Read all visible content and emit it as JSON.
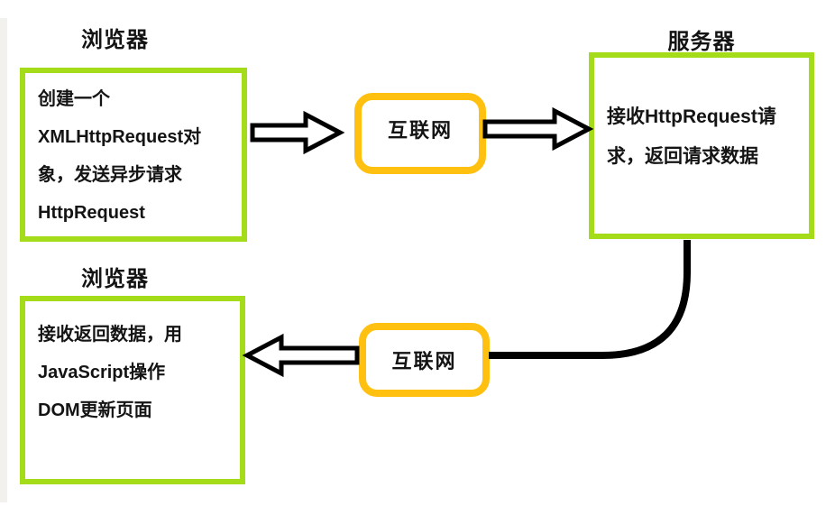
{
  "diagram": {
    "nodes": {
      "browser_top": {
        "title": "浏览器",
        "lines": [
          "创建一个",
          "XMLHttpRequest对",
          "象，发送异步请求",
          "HttpRequest"
        ]
      },
      "internet_top": {
        "label": "互联网"
      },
      "server": {
        "title": "服务器",
        "lines": [
          "接收HttpRequest请",
          "求，返回请求数据"
        ]
      },
      "internet_bottom": {
        "label": "互联网"
      },
      "browser_bottom": {
        "title": "浏览器",
        "lines": [
          "接收返回数据，用",
          "JavaScript操作",
          "DOM更新页面"
        ]
      }
    },
    "edges": [
      {
        "from": "browser_top",
        "to": "internet_top",
        "type": "block-arrow-right"
      },
      {
        "from": "internet_top",
        "to": "server",
        "type": "block-arrow-right"
      },
      {
        "from": "server",
        "to": "internet_bottom",
        "type": "curved-line"
      },
      {
        "from": "internet_bottom",
        "to": "browser_bottom",
        "type": "block-arrow-left"
      }
    ],
    "colors": {
      "node_border_green": "#a5dc19",
      "internet_border_orange": "#ffc010",
      "connector_black": "#000000",
      "text": "#141414"
    }
  }
}
